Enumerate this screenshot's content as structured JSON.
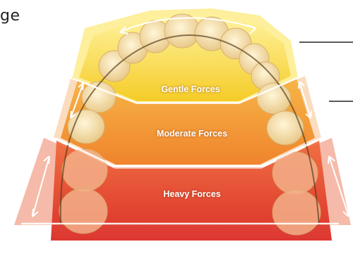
{
  "heading_fragment": "ge",
  "zones": {
    "gentle": {
      "label": "Gentle Forces",
      "color": "#f5d21a"
    },
    "moderate": {
      "label": "Moderate Forces",
      "color": "#f08a1c"
    },
    "heavy": {
      "label": "Heavy Forces",
      "color": "#e53a26"
    }
  },
  "colors": {
    "tooth": "#f7e3b0",
    "gum": "#e8866a",
    "arrow": "#ffffff",
    "callout_line": "#222222"
  },
  "icons": [
    "double-arrow-icon",
    "callout-line"
  ]
}
